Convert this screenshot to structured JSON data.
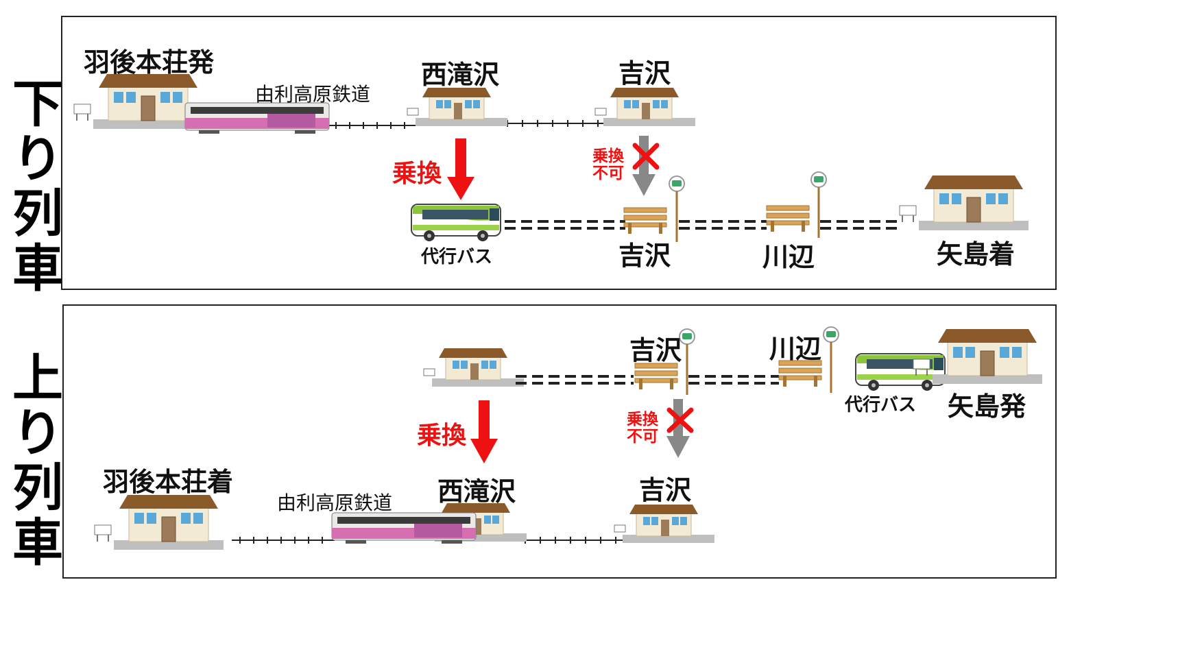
{
  "down": {
    "heading": "下り列車",
    "origin": "羽後本荘発",
    "railway": "由利高原鉄道",
    "transfer_station": "西滝沢",
    "yoshizawa_station": "吉沢",
    "transfer": "乗換",
    "no_transfer": "乗換\n不可",
    "bus_label": "代行バス",
    "bus_stop_1": "吉沢",
    "bus_stop_2": "川辺",
    "destination": "矢島着"
  },
  "up": {
    "heading": "上り列車",
    "origin": "矢島発",
    "bus_label": "代行バス",
    "bus_stop_1": "吉沢",
    "bus_stop_2": "川辺",
    "transfer": "乗換",
    "no_transfer": "乗換\n不可",
    "transfer_station": "西滝沢",
    "yoshizawa_station": "吉沢",
    "railway": "由利高原鉄道",
    "destination": "羽後本荘着"
  },
  "colors": {
    "arrow_red": "#ee1111",
    "arrow_gray": "#888888",
    "roof": "#8a5a2a",
    "wall": "#f3ead6",
    "window": "#5aa8d8",
    "platform": "#bfbfbf",
    "bench": "#d9a45a",
    "bus_green": "#8cc43c",
    "train_pink": "#d66fb2"
  }
}
